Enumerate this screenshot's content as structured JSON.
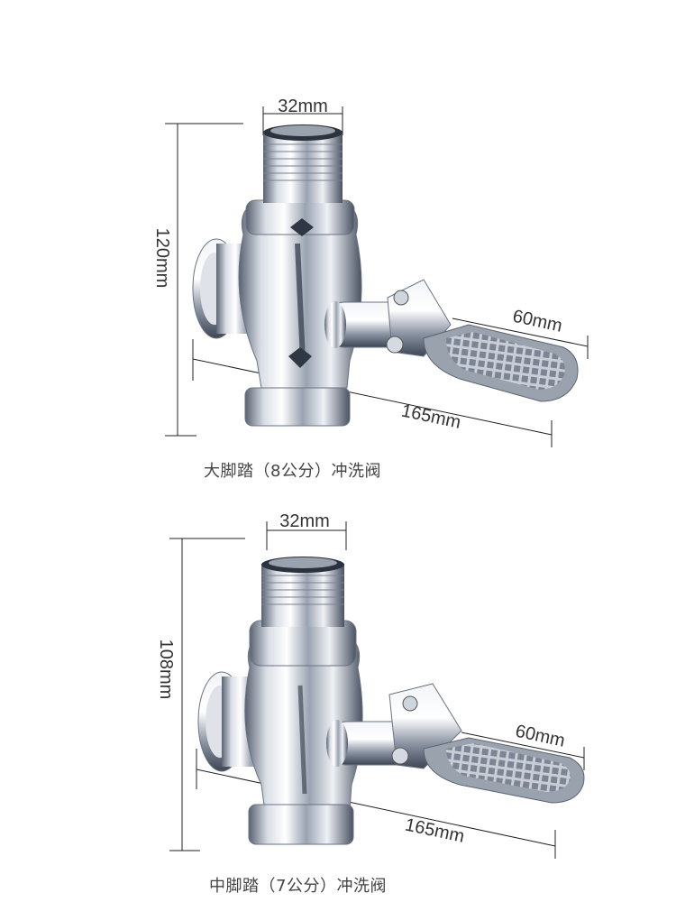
{
  "products": [
    {
      "caption": "大脚踏（8公分）冲洗阀",
      "dimensions": {
        "top_width": "32mm",
        "height": "120mm",
        "pedal_width": "60mm",
        "length": "165mm"
      }
    },
    {
      "caption": "中脚踏（7公分）冲洗阀",
      "dimensions": {
        "top_width": "32mm",
        "height": "108mm",
        "pedal_width": "60mm",
        "length": "165mm"
      }
    }
  ],
  "colors": {
    "chrome_light": "#f4f6f9",
    "chrome_mid": "#b8c0cc",
    "chrome_dark": "#3a4250",
    "line": "#222222"
  },
  "icons": [
    "flush-valve-illustration",
    "dimension-line"
  ]
}
